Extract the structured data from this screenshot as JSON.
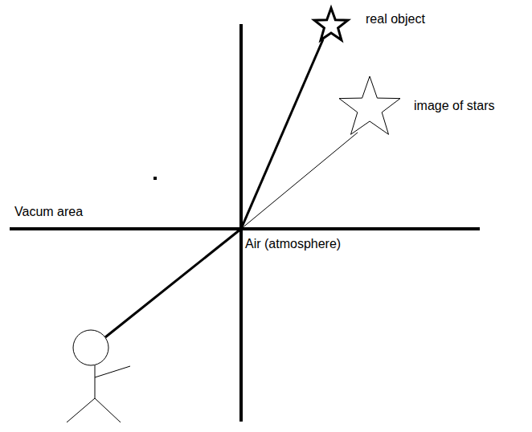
{
  "diagram": {
    "labels": [
      "real object",
      "image of stars",
      "Vacum area",
      "Air (atmosphere)"
    ]
  }
}
